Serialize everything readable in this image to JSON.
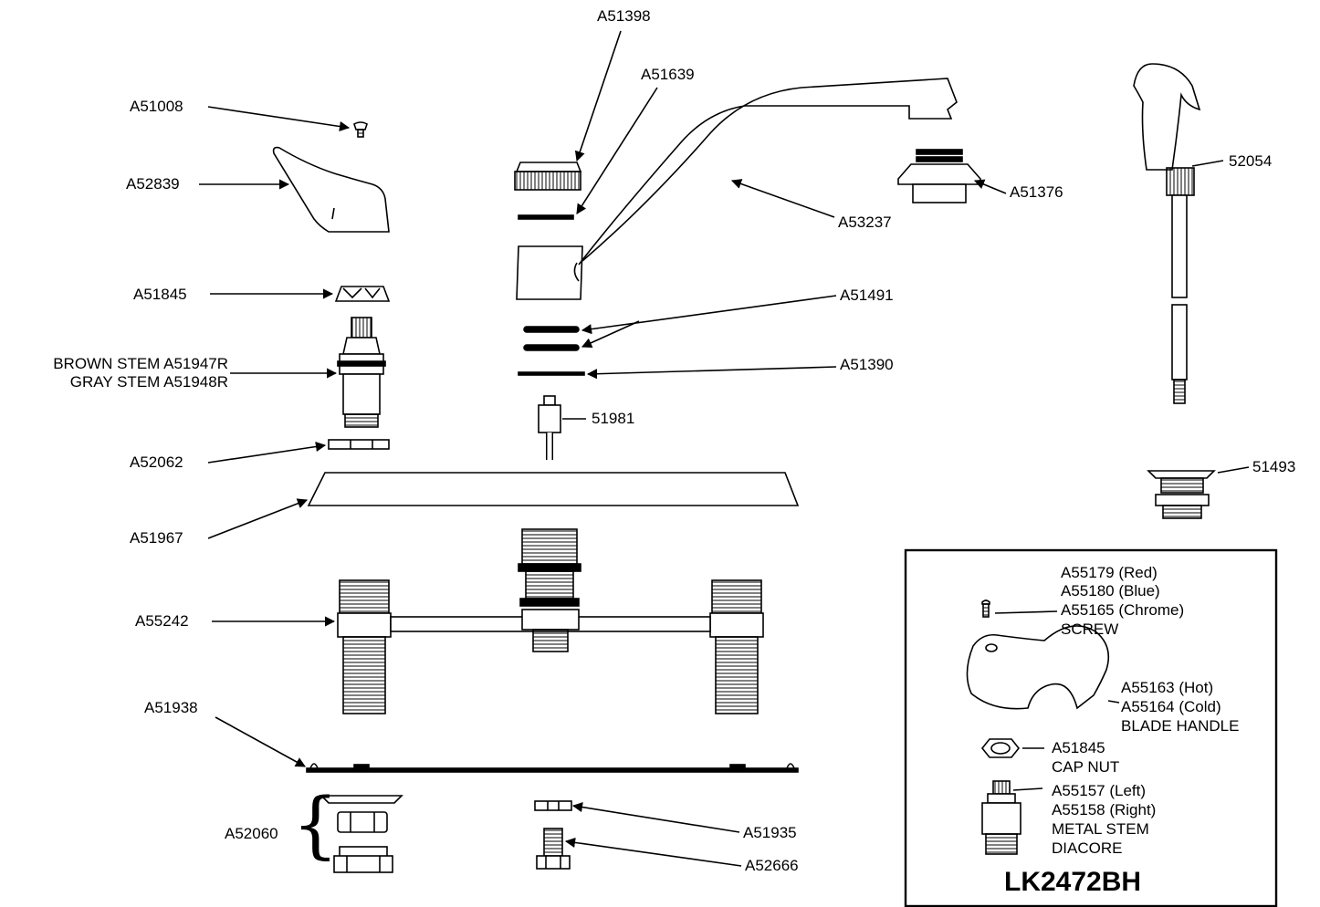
{
  "callouts": {
    "a51398": "A51398",
    "a51639": "A51639",
    "a51008": "A51008",
    "a52839": "A52839",
    "a51845": "A51845",
    "stem_brown": "BROWN STEM A51947R",
    "stem_gray": "GRAY STEM A51948R",
    "a52062": "A52062",
    "a51967": "A51967",
    "a55242": "A55242",
    "a51938": "A51938",
    "a52060": "A52060",
    "a53237": "A53237",
    "a51376": "A51376",
    "a51491": "A51491",
    "a51390": "A51390",
    "p51981": "51981",
    "a51935": "A51935",
    "a52666": "A52666",
    "p52054": "52054",
    "p51493": "51493"
  },
  "inset": {
    "screw_lines": [
      "A55179 (Red)",
      "A55180 (Blue)",
      "A55165 (Chrome)",
      "SCREW"
    ],
    "handle_lines": [
      "A55163 (Hot)",
      "A55164 (Cold)",
      "BLADE HANDLE"
    ],
    "capnut_lines": [
      "A51845",
      "CAP NUT"
    ],
    "stem_lines": [
      "A55157 (Left)",
      "A55158 (Right)",
      "METAL STEM",
      "DIACORE"
    ],
    "model": "LK2472BH"
  },
  "icons": [
    "screw-icon",
    "lever-handle-icon",
    "cap-nut-icon",
    "cartridge-stem-icon",
    "spout-icon",
    "aerator-icon",
    "spray-head-icon",
    "hose-icon",
    "escutcheon-plate-icon",
    "valve-body-icon",
    "gasket-icon",
    "nut-icon",
    "bolt-icon",
    "blade-handle-icon"
  ]
}
